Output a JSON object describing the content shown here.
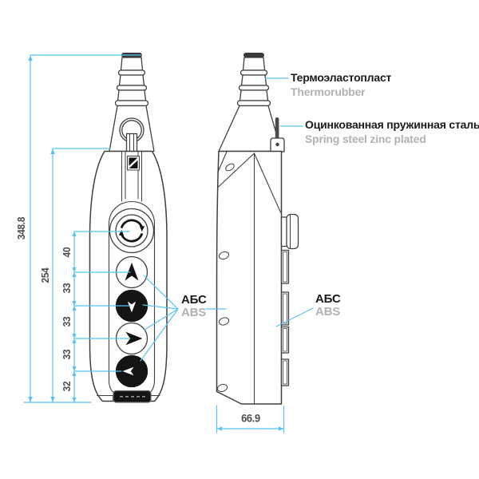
{
  "drawing_type": "pendant-control-station-dimension-drawing",
  "dimensions": {
    "overall_height": "348.8",
    "panel_height": "254",
    "chain": [
      "40",
      "33",
      "33",
      "33",
      "32"
    ],
    "depth": "66.9"
  },
  "materials": {
    "thermorubber": {
      "ru": "Термоэластопласт",
      "en": "Thermorubber"
    },
    "spring_steel": {
      "ru": "Оцинкованная пружинная сталь",
      "en": "Spring steel zinc plated"
    },
    "abs_front": {
      "ru": "АБС",
      "en": "ABS"
    },
    "abs_side": {
      "ru": "АБС",
      "en": "ABS"
    }
  },
  "colors": {
    "dimension_blue": "#56c3f1",
    "outline_dark": "#3f3f3f",
    "button_black": "#141414",
    "label_black": "#1a1a1a",
    "label_gray": "#b2b2b2",
    "dimension_text": "#4d4d4d"
  }
}
